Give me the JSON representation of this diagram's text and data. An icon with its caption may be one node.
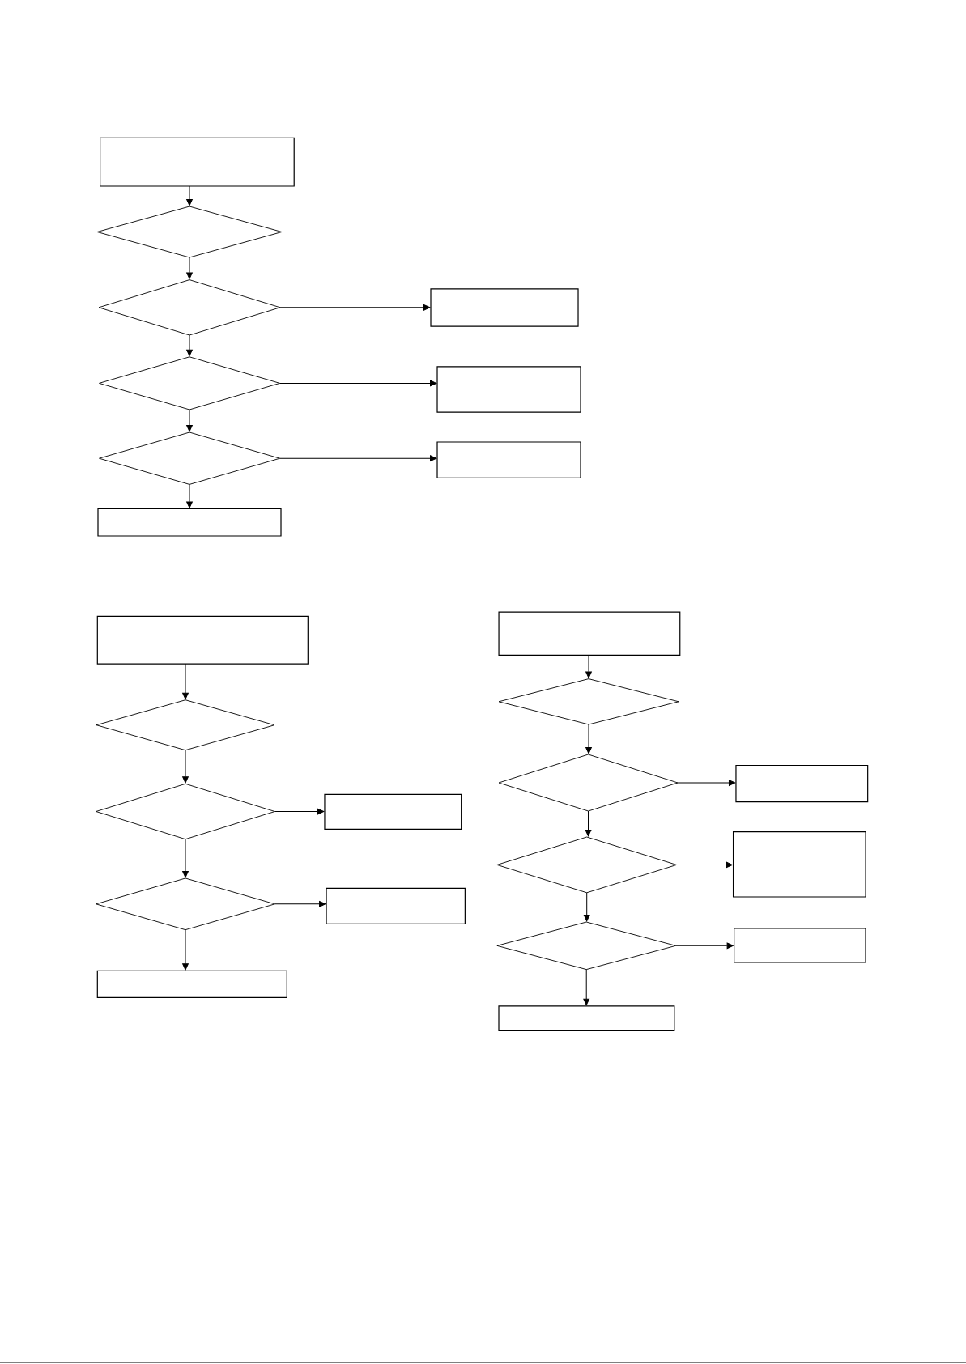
{
  "diagram": {
    "nodes": [
      {
        "text": [],
        "shape": "box"
      },
      {
        "text": [],
        "shape": "diamond"
      },
      {
        "text": [],
        "shape": "diamond"
      },
      {
        "text": [],
        "shape": "box"
      },
      {
        "text": [],
        "shape": "diamond"
      },
      {
        "text": [],
        "shape": "box"
      },
      {
        "text": [],
        "shape": "diamond"
      },
      {
        "text": [],
        "shape": "box"
      },
      {
        "text": [],
        "shape": "box"
      },
      {
        "text": [],
        "shape": "box"
      },
      {
        "text": [],
        "shape": "diamond"
      },
      {
        "text": [],
        "shape": "diamond"
      },
      {
        "text": [],
        "shape": "box"
      },
      {
        "text": [],
        "shape": "diamond"
      },
      {
        "text": [],
        "shape": "box"
      },
      {
        "text": [],
        "shape": "box"
      },
      {
        "text": [],
        "shape": "box"
      },
      {
        "text": [],
        "shape": "diamond"
      },
      {
        "text": [],
        "shape": "diamond"
      },
      {
        "text": [],
        "shape": "box"
      },
      {
        "text": [],
        "shape": "diamond"
      },
      {
        "text": [],
        "shape": "box"
      },
      {
        "text": [],
        "shape": "diamond"
      },
      {
        "text": [],
        "shape": "box"
      },
      {
        "text": [],
        "shape": "box"
      }
    ],
    "edges": [
      {
        "from": 0,
        "to": 1,
        "arrow": "to"
      },
      {
        "from": 1,
        "to": 2,
        "arrow": "to"
      },
      {
        "from": 2,
        "to": 3,
        "arrow": "to"
      },
      {
        "from": 2,
        "to": 4,
        "arrow": "to"
      },
      {
        "from": 4,
        "to": 5,
        "arrow": "to"
      },
      {
        "from": 4,
        "to": 6,
        "arrow": "to"
      },
      {
        "from": 6,
        "to": 7,
        "arrow": "to"
      },
      {
        "from": 6,
        "to": 8,
        "arrow": "to"
      },
      {
        "from": 9,
        "to": 10,
        "arrow": "to"
      },
      {
        "from": 10,
        "to": 11,
        "arrow": "to"
      },
      {
        "from": 11,
        "to": 12,
        "arrow": "to"
      },
      {
        "from": 11,
        "to": 13,
        "arrow": "to"
      },
      {
        "from": 13,
        "to": 14,
        "arrow": "to"
      },
      {
        "from": 13,
        "to": 15,
        "arrow": "to"
      },
      {
        "from": 16,
        "to": 17,
        "arrow": "to"
      },
      {
        "from": 17,
        "to": 18,
        "arrow": "to"
      },
      {
        "from": 18,
        "to": 19,
        "arrow": "to"
      },
      {
        "from": 18,
        "to": 20,
        "arrow": "to"
      },
      {
        "from": 20,
        "to": 21,
        "arrow": "to"
      },
      {
        "from": 20,
        "to": 22,
        "arrow": "to"
      },
      {
        "from": 22,
        "to": 23,
        "arrow": "to"
      },
      {
        "from": 22,
        "to": 24,
        "arrow": "to"
      }
    ]
  }
}
